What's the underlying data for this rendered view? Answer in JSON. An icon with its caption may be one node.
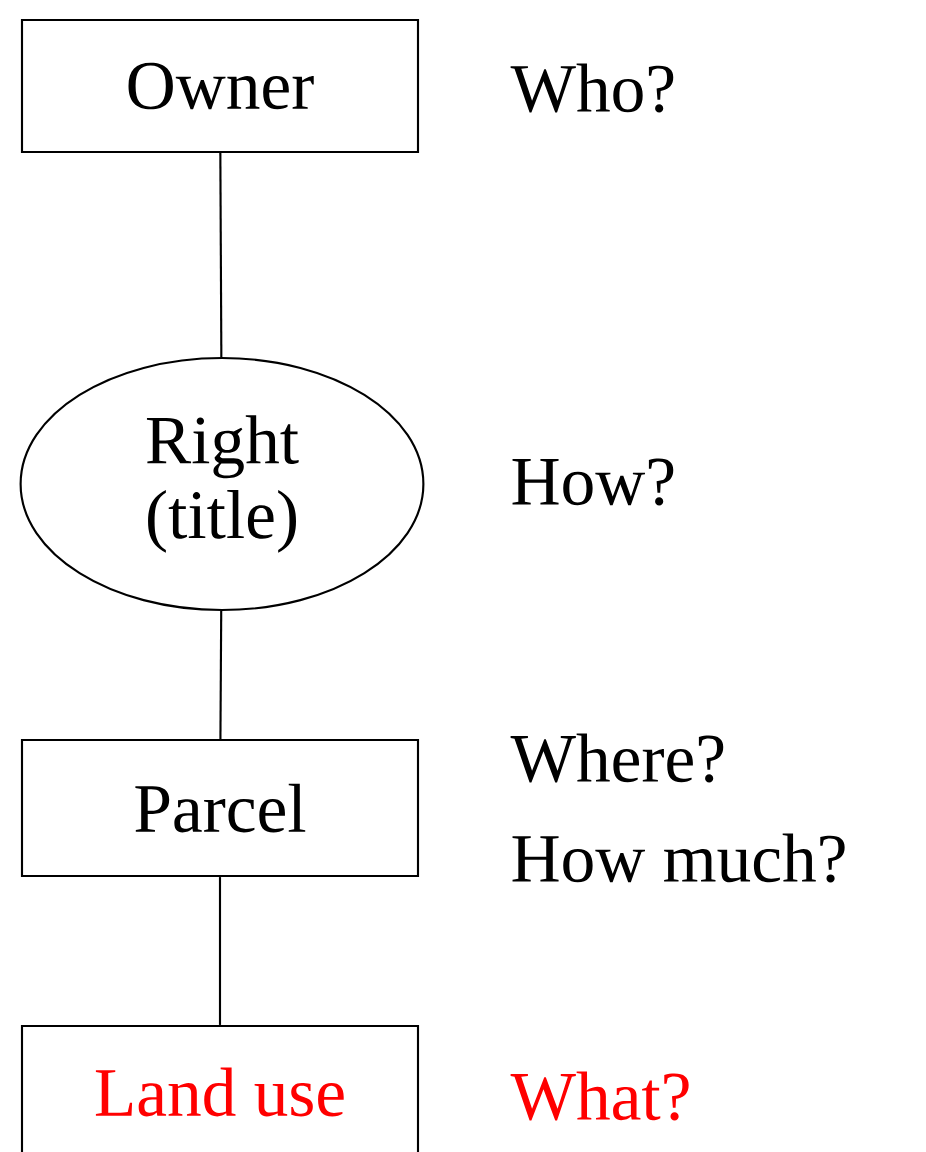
{
  "diagram": {
    "nodes": [
      {
        "text": [
          "Owner"
        ],
        "beside": [
          "Who?"
        ]
      },
      {
        "text": [
          "Right (title)"
        ],
        "beside": [
          "How?"
        ]
      },
      {
        "text": [
          "Parcel"
        ],
        "beside": [
          "Where?",
          "How much?"
        ]
      },
      {
        "text": [
          "Land use"
        ],
        "beside": [
          "What?"
        ]
      }
    ],
    "edges": [
      {
        "from": 0,
        "to": 1,
        "arrow": "none"
      },
      {
        "from": 1,
        "to": 2,
        "arrow": "none"
      },
      {
        "from": 2,
        "to": 3,
        "arrow": "none"
      }
    ]
  }
}
